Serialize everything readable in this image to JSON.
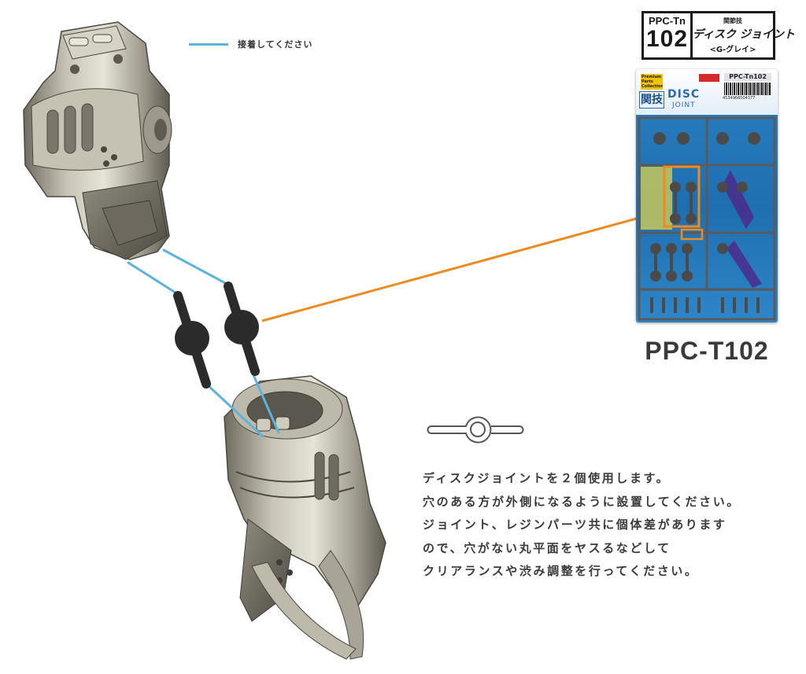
{
  "legend": {
    "label": "接着してください",
    "line_color": "#5cb3dc"
  },
  "badge": {
    "code_prefix": "PPC-Tn",
    "code_number": "102",
    "series": "関節技",
    "product_name": "ディスク ジョイント",
    "color_variant": "<G-グレイ>"
  },
  "package": {
    "brand": "Premium Parts Collection",
    "code": "PPC-Tn102",
    "barcode_number": "4534966004377",
    "logo_text": "関技",
    "disc_text": "DISC",
    "joint_text": "JOINT"
  },
  "product_title": "PPC-T102",
  "instructions": [
    "ディスクジョイントを２個使用します。",
    "穴のある方が外側になるように設置してください。",
    "ジョイント、レジンパーツ共に個体差があります",
    "ので、穴がない丸平面をヤスるなどして",
    "クリアランスや渋み調整を行ってください。"
  ],
  "colors": {
    "glue_line": "#5cb3dc",
    "callout_line": "#ee8a22",
    "highlight_box": "#ee8a22",
    "joint_part": "#2b2b2b",
    "part_metal": "#a9a596"
  }
}
